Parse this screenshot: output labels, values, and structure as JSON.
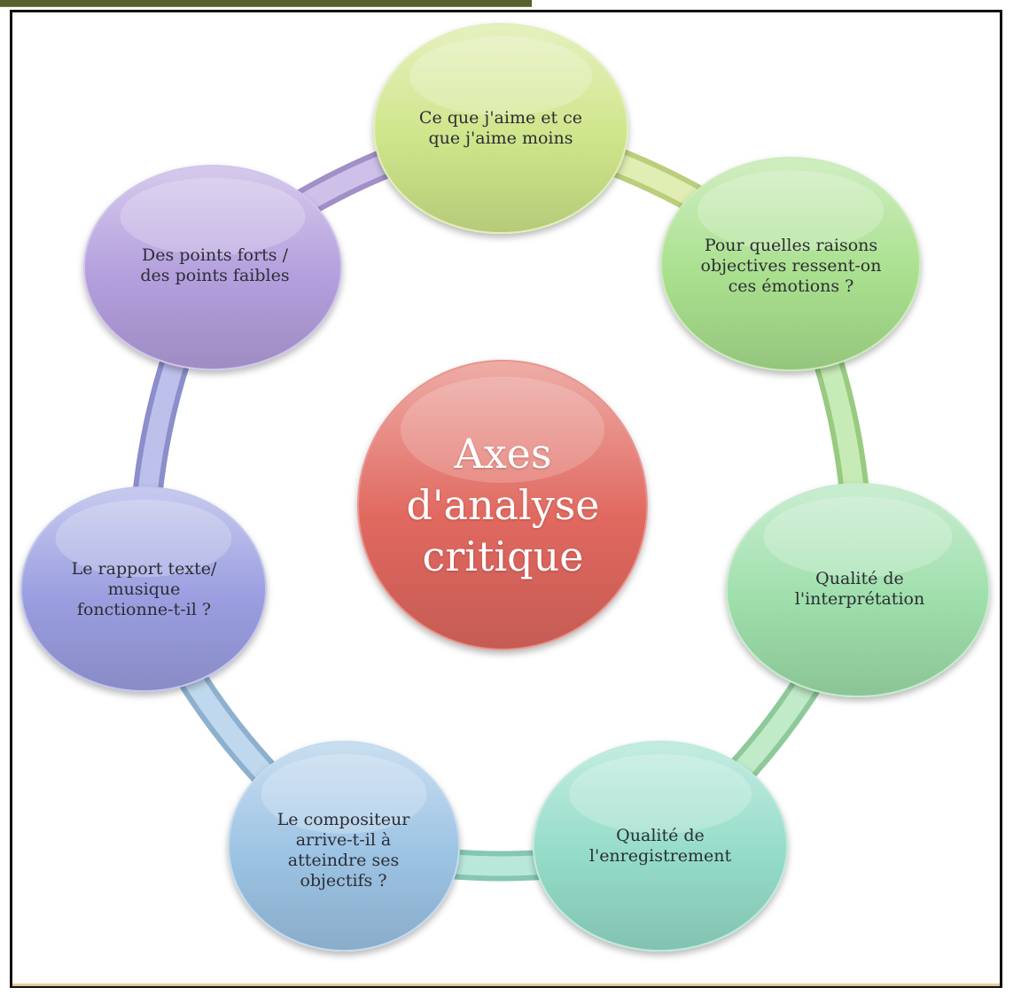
{
  "center": {
    "label": "Axes\nd'analyse\ncritique",
    "color": "#e0685f"
  },
  "nodes": [
    {
      "label": "Ce que j'aime et ce\nque j'aime moins",
      "color": "#cfe58a"
    },
    {
      "label": "Pour quelles raisons\nobjectives ressent-on\nces émotions ?",
      "color": "#a9e08e"
    },
    {
      "label": "Qualité de\nl'interprétation",
      "color": "#9edfab"
    },
    {
      "label": "Qualité de\nl'enregistrement",
      "color": "#94dcc8"
    },
    {
      "label": "Le compositeur\narrive-t-il à\natteindre ses\nobjectifs ?",
      "color": "#9cc3e4"
    },
    {
      "label": "Le rapport texte/\nmusique\nfonctionne-t-il ?",
      "color": "#9a9ee0"
    },
    {
      "label": "Des points forts /\ndes points faibles",
      "color": "#b39fdd"
    }
  ]
}
